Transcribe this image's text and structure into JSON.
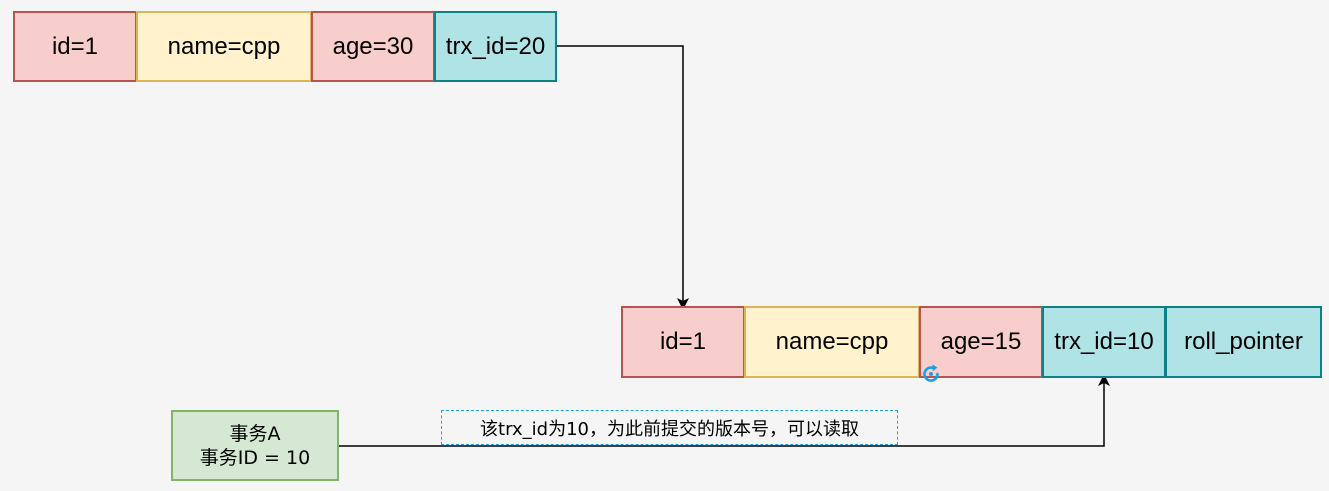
{
  "record_top": {
    "fields": [
      "id=1",
      "name=cpp",
      "age=30",
      "trx_id=20"
    ]
  },
  "record_bottom": {
    "fields": [
      "id=1",
      "name=cpp",
      "age=15",
      "trx_id=10",
      "roll_pointer"
    ]
  },
  "transaction": {
    "line1": "事务A",
    "line2": "事务ID = 10"
  },
  "note": "该trx_id为10，为此前提交的版本号，可以读取",
  "colors": {
    "background": "#f5f5f5",
    "red_fill": "#f8cecc",
    "yellow_fill": "#fff2cc",
    "teal_fill": "#b0e3e6",
    "green_fill": "#d5e8d4",
    "note_border": "#1ba1e2"
  },
  "icons": [
    "refresh-icon"
  ]
}
